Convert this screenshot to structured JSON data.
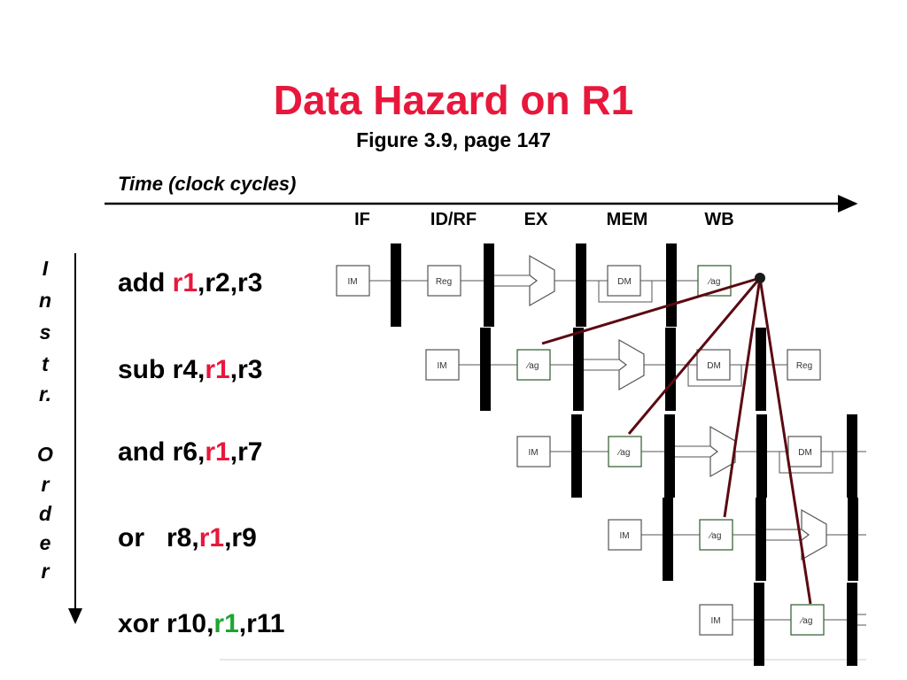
{
  "title": "Data Hazard on R1",
  "subtitle": "Figure 3.9, page 147",
  "time_axis_label": "Time (clock cycles)",
  "stages": [
    "IF",
    "ID/RF",
    "EX",
    "MEM",
    "WB"
  ],
  "order_label": [
    "I",
    "n",
    "s",
    "t",
    "r.",
    "O",
    "r",
    "d",
    "e",
    "r"
  ],
  "instructions": [
    {
      "pre": "add ",
      "reg": "r1",
      "post": ",r2,r3",
      "reg_color": "red"
    },
    {
      "pre": "sub r4,",
      "reg": "r1",
      "post": ",r3",
      "reg_color": "red"
    },
    {
      "pre": "and r6,",
      "reg": "r1",
      "post": ",r7",
      "reg_color": "red"
    },
    {
      "pre": "or   r8,",
      "reg": "r1",
      "post": ",r9",
      "reg_color": "red"
    },
    {
      "pre": "xor r10,",
      "reg": "r1",
      "post": ",r11",
      "reg_color": "green"
    }
  ],
  "block_labels": {
    "im": "IM",
    "reg": "Reg",
    "dm": "DM"
  },
  "colors": {
    "title": "#e8173c",
    "hazard_reg": "#e8173c",
    "ok_reg": "#1da62f",
    "dependency_line": "#5a0a12"
  }
}
